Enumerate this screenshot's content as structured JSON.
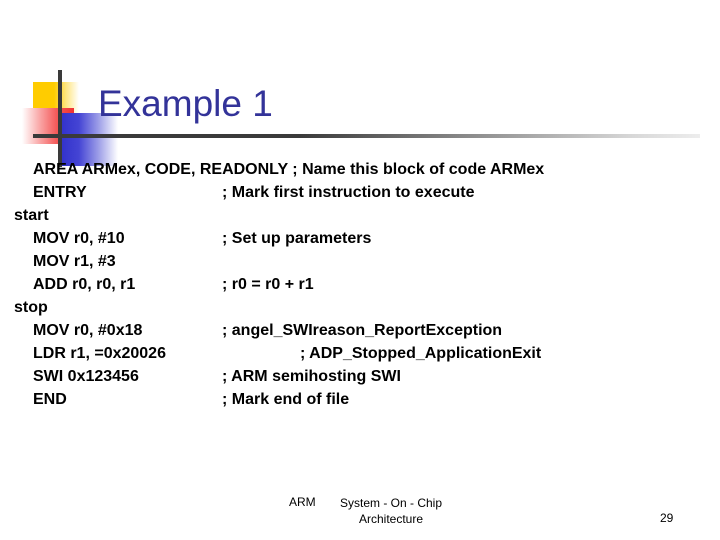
{
  "slide": {
    "title": "Example 1",
    "title_color": "#333399"
  },
  "decoration": {
    "yellow_color": "#FFCC00",
    "red_color": "#F03030",
    "blue_color": "#3333CC",
    "line_color": "#3A3A3A"
  },
  "code": {
    "lines": [
      {
        "label": "AREA ARMex, CODE, READONLY ;",
        "indent": true,
        "comment": "",
        "comment_far": false,
        "inline": "Name this block of code ARMex"
      },
      {
        "label": "ENTRY",
        "indent": true,
        "comment": "; Mark first instruction to execute",
        "comment_far": false
      },
      {
        "label": "start",
        "indent": false,
        "comment": "",
        "comment_far": false
      },
      {
        "label": "MOV r0, #10",
        "indent": true,
        "comment": "; Set up parameters",
        "comment_far": false
      },
      {
        "label": "MOV r1, #3",
        "indent": true,
        "comment": "",
        "comment_far": false
      },
      {
        "label": "ADD r0, r0, r1",
        "indent": true,
        "comment": "; r0 = r0 + r1",
        "comment_far": false
      },
      {
        "label": "stop",
        "indent": false,
        "comment": "",
        "comment_far": false
      },
      {
        "label": "MOV r0, #0x18",
        "indent": true,
        "comment": "; angel_SWIreason_ReportException",
        "comment_far": false
      },
      {
        "label": "LDR r1, =0x20026",
        "indent": true,
        "comment": "; ADP_Stopped_ApplicationExit",
        "comment_far": true
      },
      {
        "label": "SWI 0x123456",
        "indent": true,
        "comment": "; ARM semihosting SWI",
        "comment_far": false
      },
      {
        "label": "END",
        "indent": true,
        "comment": "; Mark end of file",
        "comment_far": false
      }
    ],
    "line_0_full": "AREA ARMex, CODE, READONLY ; Name this block of code ARMex"
  },
  "footer": {
    "organization": "ARM",
    "title_line_1": "System - On - Chip",
    "title_line_2": "Architecture",
    "page_number": "29"
  }
}
